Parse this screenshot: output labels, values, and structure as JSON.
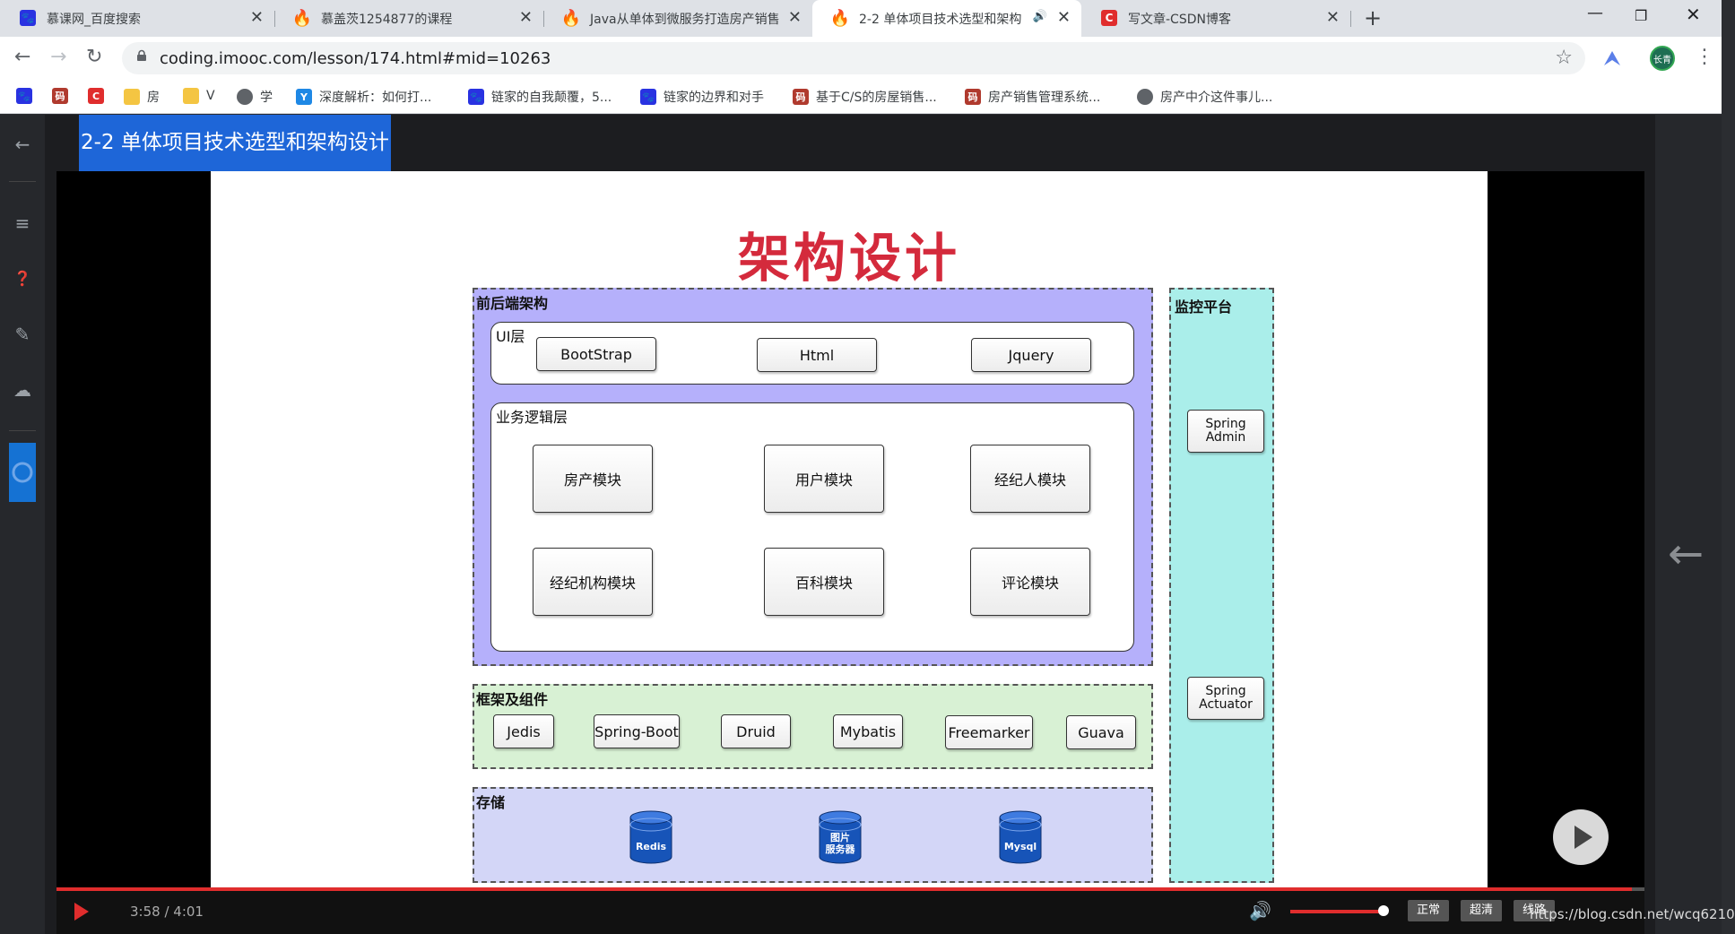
{
  "tabs": [
    {
      "title": "慕课网_百度搜索",
      "icon": "baidu-paw-icon",
      "color": "#2932e1"
    },
    {
      "title": "慕盖茨1254877的课程",
      "icon": "imooc-flame-icon",
      "color": "#e02d2d"
    },
    {
      "title": "Java从单体到微服务打造房产销售",
      "icon": "imooc-flame-icon",
      "color": "#e02d2d"
    },
    {
      "title": "2-2 单体项目技术选型和架构",
      "icon": "imooc-flame-icon",
      "color": "#e02d2d"
    },
    {
      "title": "写文章-CSDN博客",
      "icon": "csdn-c-icon",
      "color": "#e02d2d"
    }
  ],
  "toolbar": {
    "url": "coding.imooc.com/lesson/174.html#mid=10263",
    "avatar_text": "长青"
  },
  "bookmarks": [
    {
      "label": "",
      "icon": "baidu-paw-icon",
      "color": "#2932e1"
    },
    {
      "label": "",
      "icon": "bookmark-site-icon",
      "color": "#b03a2e"
    },
    {
      "label": "",
      "icon": "csdn-c-icon",
      "color": "#e02d2d"
    },
    {
      "label": "房",
      "icon": "folder-icon",
      "color": "#f4c542"
    },
    {
      "label": "V",
      "icon": "folder-icon",
      "color": "#f4c542"
    },
    {
      "label": "学",
      "icon": "globe-icon",
      "color": "#5f6368"
    },
    {
      "label": "深度解析：如何打...",
      "icon": "y-logo-icon",
      "color": "#1e88e5"
    },
    {
      "label": "链家的自我颠覆，5...",
      "icon": "baidu-paw-icon",
      "color": "#2932e1"
    },
    {
      "label": "链家的边界和对手",
      "icon": "baidu-paw-icon",
      "color": "#2932e1"
    },
    {
      "label": "基于C/S的房屋销售...",
      "icon": "bookmark-site-icon",
      "color": "#b03a2e"
    },
    {
      "label": "房产销售管理系统...",
      "icon": "bookmark-site-icon",
      "color": "#b03a2e"
    },
    {
      "label": "房产中介这件事儿...",
      "icon": "globe-icon",
      "color": "#5f6368"
    }
  ],
  "lesson": {
    "title": "2-2 单体项目技术选型和架构设计"
  },
  "slide": {
    "title": "架构设计",
    "frontend_zone": {
      "label": "前后端架构",
      "color": "#b5b0fb",
      "ui_layer": {
        "label": "UI层",
        "items": [
          "BootStrap",
          "Html",
          "Jquery"
        ]
      },
      "biz_layer": {
        "label": "业务逻辑层",
        "items": [
          "房产模块",
          "用户模块",
          "经纪人模块",
          "经纪机构模块",
          "百科模块",
          "评论模块"
        ]
      }
    },
    "framework_zone": {
      "label": "框架及组件",
      "color": "#d8f1d4",
      "items": [
        "Jedis",
        "Spring-Boot",
        "Druid",
        "Mybatis",
        "Freemarker",
        "Guava"
      ]
    },
    "storage_zone": {
      "label": "存储",
      "color": "#d3d6f7",
      "items": [
        {
          "line1": "Redis",
          "line2": ""
        },
        {
          "line1": "图片",
          "line2": "服务器"
        },
        {
          "line1": "Mysql",
          "line2": ""
        }
      ]
    },
    "monitor_zone": {
      "label": "监控平台",
      "color": "#aaeeea",
      "items": [
        {
          "line1": "Spring",
          "line2": "Admin"
        },
        {
          "line1": "Spring",
          "line2": "Actuator"
        }
      ]
    }
  },
  "player": {
    "time": "3:58 / 4:01",
    "progress_fraction": 0.992,
    "volume_fraction": 1.0,
    "quality_buttons": [
      "正常",
      "超清",
      "线路"
    ]
  },
  "watermark": "https://blog.csdn.net/wcq6210"
}
